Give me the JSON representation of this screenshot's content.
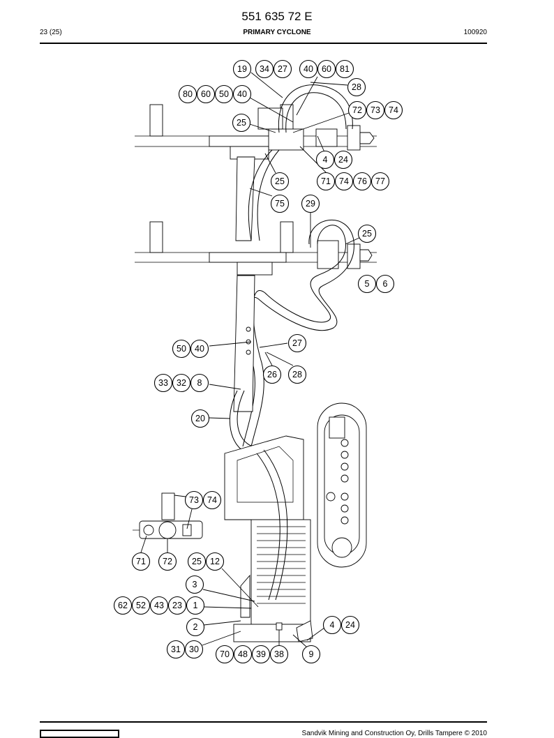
{
  "header": {
    "doc_number": "551 635 72 E",
    "page": "23 (25)",
    "title": "PRIMARY CYCLONE",
    "date": "100920"
  },
  "footer": {
    "copyright": "Sandvik Mining and Construction Oy, Drills Tampere © 2010"
  },
  "callouts": [
    "19",
    "34",
    "27",
    "40",
    "60",
    "81",
    "28",
    "80",
    "60",
    "50",
    "40",
    "72",
    "73",
    "74",
    "25",
    "4",
    "24",
    "71",
    "74",
    "76",
    "77",
    "25",
    "75",
    "29",
    "25",
    "5",
    "6",
    "50",
    "40",
    "27",
    "26",
    "28",
    "33",
    "32",
    "8",
    "20",
    "73",
    "74",
    "71",
    "72",
    "25",
    "12",
    "3",
    "62",
    "52",
    "43",
    "23",
    "1",
    "2",
    "4",
    "24",
    "31",
    "30",
    "70",
    "48",
    "39",
    "38",
    "9"
  ]
}
